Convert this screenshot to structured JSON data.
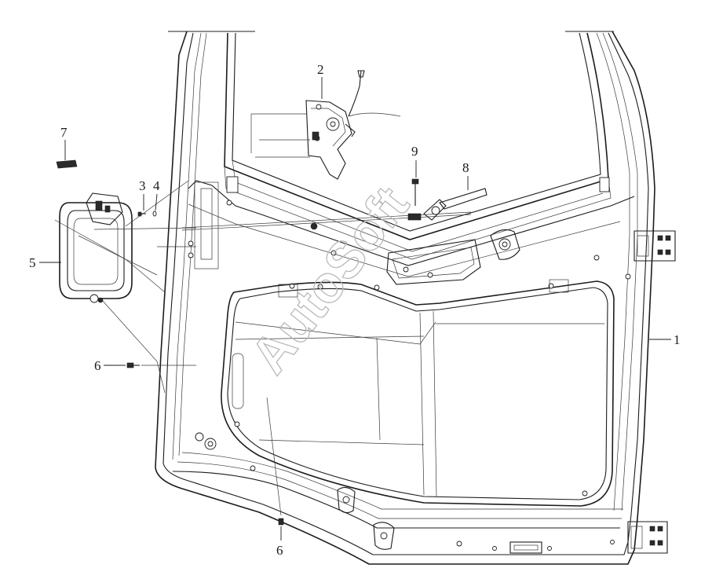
{
  "diagram": {
    "callouts": [
      {
        "id": "c1",
        "label": "1"
      },
      {
        "id": "c2",
        "label": "2"
      },
      {
        "id": "c3",
        "label": "3"
      },
      {
        "id": "c4",
        "label": "4"
      },
      {
        "id": "c5",
        "label": "5"
      },
      {
        "id": "c6a",
        "label": "6"
      },
      {
        "id": "c6b",
        "label": "6"
      },
      {
        "id": "c7",
        "label": "7"
      },
      {
        "id": "c8",
        "label": "8"
      },
      {
        "id": "c9",
        "label": "9"
      }
    ],
    "watermark": "AutoSoft",
    "colors": {
      "line": "#1c1c1c",
      "background": "#ffffff",
      "watermark": "#b9b9b9"
    }
  }
}
